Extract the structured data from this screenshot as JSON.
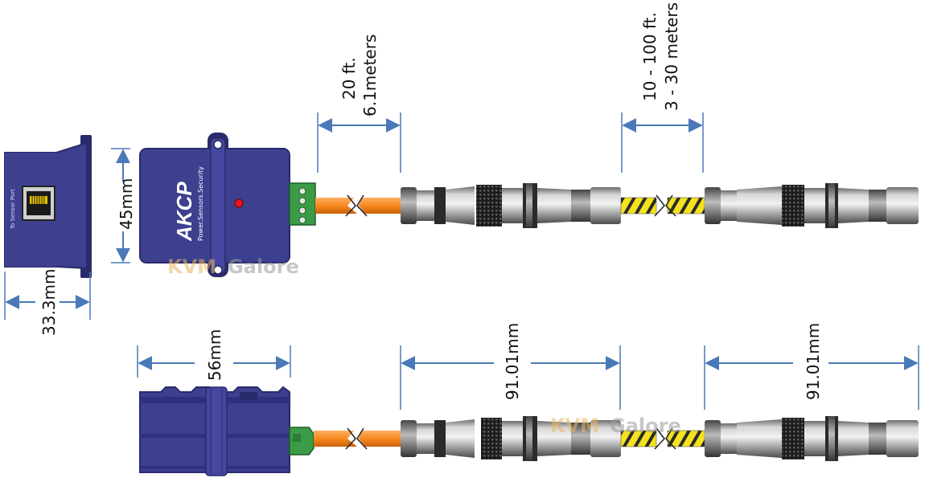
{
  "brand": {
    "logo_text": "AKCP",
    "tagline": "Power.Sensors.Security",
    "port_label": "To Sensor Port",
    "watermark": [
      "KVM",
      "Galore"
    ]
  },
  "colors": {
    "device_blue": "#3d3f8f",
    "device_dark": "#2a2b6b",
    "cable_orange": "#f7891f",
    "cable_yellow": "#f4e21f",
    "terminal_green": "#3a9c46",
    "dimension_line": "#4a79b8",
    "led_red": "#e8151b"
  },
  "dimensions": {
    "depth": "33.3mm",
    "height": "45mm",
    "width": "56mm",
    "cable_short_ft": "20 ft.",
    "cable_short_m": "6.1meters",
    "cable_ext_ft": "10 - 100 ft.",
    "cable_ext_m": "3 - 30 meters",
    "connector_length_1": "91.01mm",
    "connector_length_2": "91.01mm"
  }
}
